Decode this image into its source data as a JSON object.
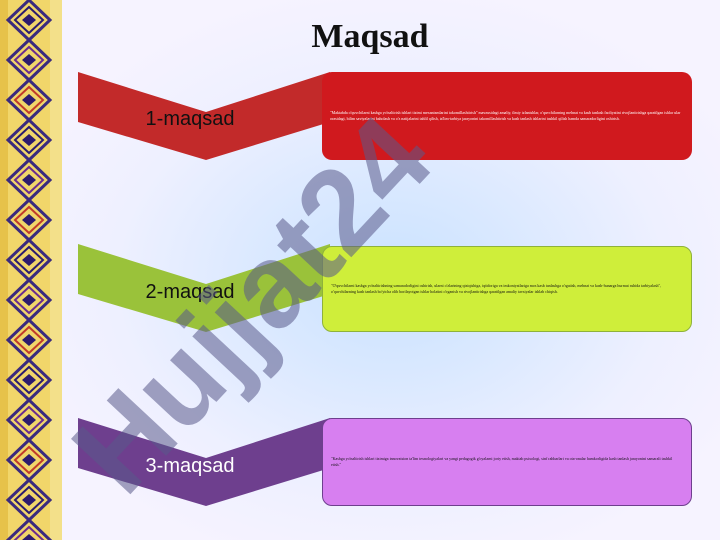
{
  "title": "Maqsad",
  "watermark": "Hujjat24",
  "colors": {
    "goal1": "#c22a2a",
    "goal1_box": "#d0191e",
    "goal2": "#9ac23a",
    "goal2_box": "#cfee3a",
    "goal3": "#6e3f8e",
    "goal3_box": "#d77ff0",
    "border_yellow": "#f1d66a"
  },
  "goals": [
    {
      "label": "1-maqsad",
      "text": "\"Maktabda o'quvchilarni kasbga yo'naltirish ishlari tizimi mexanizmlarini takomillashtirish\" mavzusidagi amaliy, ilmiy izlanishlar, o'quvchilarning mehnat va kasb tanlash faoliyatini rivojlantirishga qaratilgan ishlar ular orasidagi, bilim saviyalarini baholash va o'z natijalarini tahlil qilish, ta'lim-tarbiya jarayonini takomillashtirish va kasb tanlash ishlarini tashkil qilish hamda samaradorligini oshirish."
    },
    {
      "label": "2-maqsad",
      "text": "\"O'quvchilarni kasbga yo'naltirishning samaradorligini oshirish, ularni o'zlarining qiziqishiga, iqtidoriga va imkoniyatlariga mos kasb tanlashga o'rgatish, mehnat va kasb-hunarga hurmat ruhida tarbiyalash\", o'quvchilarning kasb tanlash bo'yicha olib borilayotgan ishlar holatini o'rganish va rivojlantirishga qaratilgan amaliy tavsiyalar ishlab chiqish."
    },
    {
      "label": "3-maqsad",
      "text": "\"Kasbga yo'naltirish ishlari tizimiga innovatsion ta'lim texnologiyalari va yangi pedagogik g'oyalarni joriy etish, maktab psixologi, sinf rahbarlari va ota-onalar hamkorligida kasb tanlash jarayonini samarali tashkil etish.\""
    }
  ]
}
